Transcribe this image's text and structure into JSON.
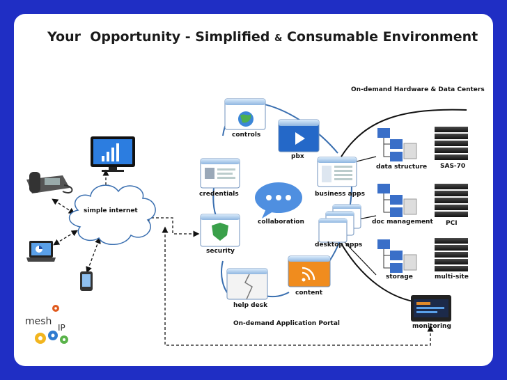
{
  "slide": {
    "title_part1": "Your  Opportunity - Simplified ",
    "title_amp": "&",
    "title_part2": " Consumable Environment"
  },
  "labels": {
    "ondemand_hw": "On-demand Hardware & Data Centers",
    "ondemand_app": "On-demand Application Portal",
    "simple_internet": "simple internet",
    "controls": "controls",
    "pbx": "pbx",
    "credentials": "credentials",
    "business_apps": "business apps",
    "collaboration": "collaboration",
    "security": "security",
    "desktop_apps": "desktop apps",
    "content": "content",
    "help_desk": "help desk",
    "data_structure": "data structure",
    "sas70": "SAS-70",
    "doc_management": "doc management",
    "pci": "PCI",
    "storage": "storage",
    "multi_site": "multi-site",
    "monitoring": "monitoring"
  },
  "logo": {
    "text": "mesh",
    "suffix": "IP"
  },
  "colors": {
    "background": "#1f2ec4",
    "ring": "#3a6fb0",
    "window_chrome": "#a9c9ea",
    "server": "#2a2a2a",
    "bubble": "#4f8fe0"
  }
}
